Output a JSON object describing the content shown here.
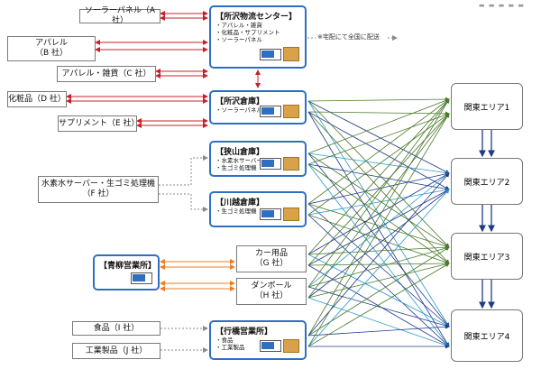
{
  "colors": {
    "red": "#c8202a",
    "orange": "#ee7c24",
    "blue": "#2f6fc2",
    "green": "#4b7a2a",
    "navy": "#1f3a8a",
    "teal": "#2a9bd0",
    "gray": "#888888"
  },
  "companies": [
    {
      "id": "a",
      "label": "ソーラーパネル（A 社）"
    },
    {
      "id": "b",
      "label": "アパレル\n（B 社）"
    },
    {
      "id": "c",
      "label": "アパレル・雑貨（C 社）"
    },
    {
      "id": "d",
      "label": "化粧品（D 社）"
    },
    {
      "id": "e",
      "label": "サプリメント（E 社）"
    },
    {
      "id": "f",
      "label": "水素水サーバー・生ゴミ処理機\n（F 社）"
    },
    {
      "id": "i",
      "label": "食品（I 社）"
    },
    {
      "id": "j",
      "label": "工業製品（J 社）"
    }
  ],
  "hubs": [
    {
      "id": "tokorozawa-center",
      "title": "【所沢物流センター】",
      "items": [
        "・アパレル・雑貨",
        "・化粧品・サプリメント",
        "・ソーラーパネル"
      ]
    },
    {
      "id": "tokorozawa-soko",
      "title": "【所沢倉庫】",
      "items": [
        "・ソーラーパネル"
      ]
    },
    {
      "id": "sayama",
      "title": "【狭山倉庫】",
      "items": [
        "・水素水サーバー",
        "・生ゴミ処理機"
      ]
    },
    {
      "id": "kawagoe",
      "title": "【川越倉庫】",
      "items": [
        "・生ゴミ処理機"
      ]
    },
    {
      "id": "aoyagi",
      "title": "【青柳営業所】",
      "items": []
    },
    {
      "id": "gyoda",
      "title": "【行橋営業所】",
      "items": [
        "・食品",
        "・工業製品"
      ]
    }
  ],
  "middle": [
    {
      "id": "g",
      "label": "カー用品\n（G 社）"
    },
    {
      "id": "h",
      "label": "ダンボール\n（H 社）"
    }
  ],
  "areas": [
    "関東エリア1",
    "関東エリア2",
    "関東エリア3",
    "関東エリア4"
  ],
  "note": "※宅配にて全国に配送"
}
